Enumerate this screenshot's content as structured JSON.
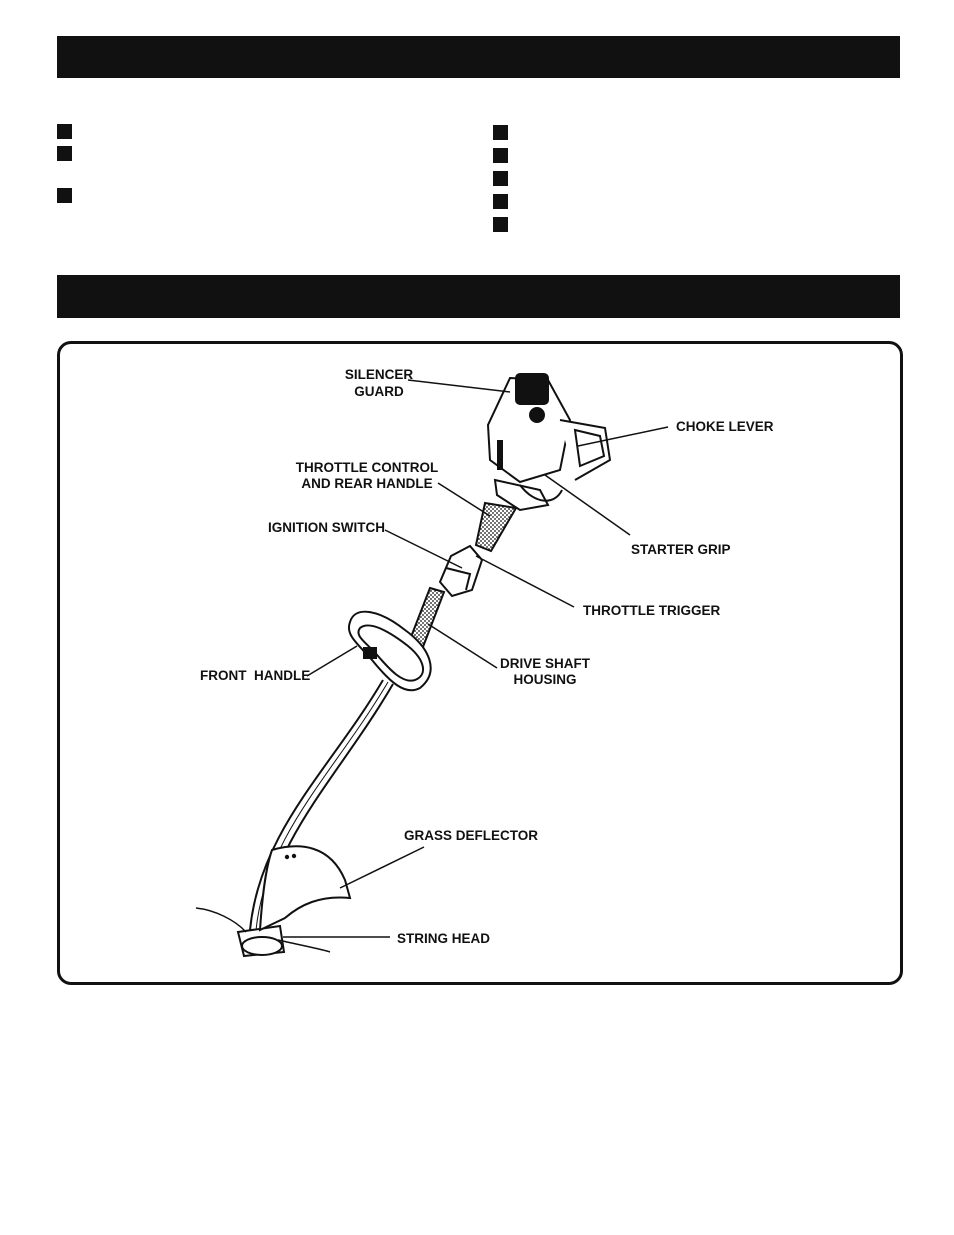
{
  "section_bars": {
    "top_bar_text": "",
    "features_bar_text": ""
  },
  "bullets": {
    "left_column_count": 3,
    "right_column_count": 5
  },
  "figure": {
    "labels": {
      "silencer_guard": [
        "SILENCER",
        "GUARD"
      ],
      "choke_lever": "CHOKE LEVER",
      "throttle_control": [
        "THROTTLE CONTROL",
        "AND REAR HANDLE"
      ],
      "starter_grip": "STARTER GRIP",
      "ignition_switch": "IGNITION SWITCH",
      "throttle_trigger": "THROTTLE TRIGGER",
      "front_handle": "FRONT  HANDLE",
      "drive_shaft": [
        "DRIVE SHAFT",
        "HOUSING"
      ],
      "grass_deflector": "GRASS DEFLECTOR",
      "string_head": "STRING HEAD"
    }
  },
  "colors": {
    "ink": "#111111",
    "paper": "#ffffff"
  }
}
